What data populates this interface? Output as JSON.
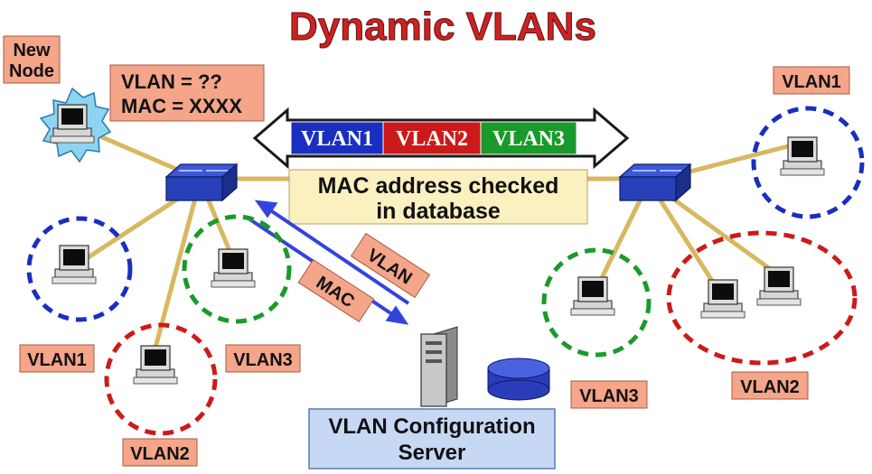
{
  "title": "Dynamic VLANs",
  "new_node": {
    "label_line1": "New",
    "label_line2": "Node"
  },
  "query": {
    "line1": "VLAN = ??",
    "line2": "MAC = XXXX"
  },
  "trunk_banner": {
    "segments": [
      "VLAN1",
      "VLAN2",
      "VLAN3"
    ]
  },
  "check_note": {
    "line1": "MAC address checked",
    "line2": "in database"
  },
  "arrows": {
    "upper": "VLAN",
    "lower": "MAC"
  },
  "server": {
    "line1": "VLAN Configuration",
    "line2": "Server"
  },
  "left_groups": {
    "vlan1": "VLAN1",
    "vlan2": "VLAN2",
    "vlan3": "VLAN3"
  },
  "right_groups": {
    "vlan1": "VLAN1",
    "vlan2": "VLAN2",
    "vlan3": "VLAN3"
  },
  "colors": {
    "title": "#cc2222",
    "vlan1": "#1a2fbf",
    "vlan2": "#cc1a1a",
    "vlan3": "#1a9a2a",
    "label_box": "#f4a58a",
    "note_box": "#faf0c0",
    "server_box": "#c6d8f4",
    "cable": "#d8b860",
    "starburst": "#8ed4f0"
  }
}
